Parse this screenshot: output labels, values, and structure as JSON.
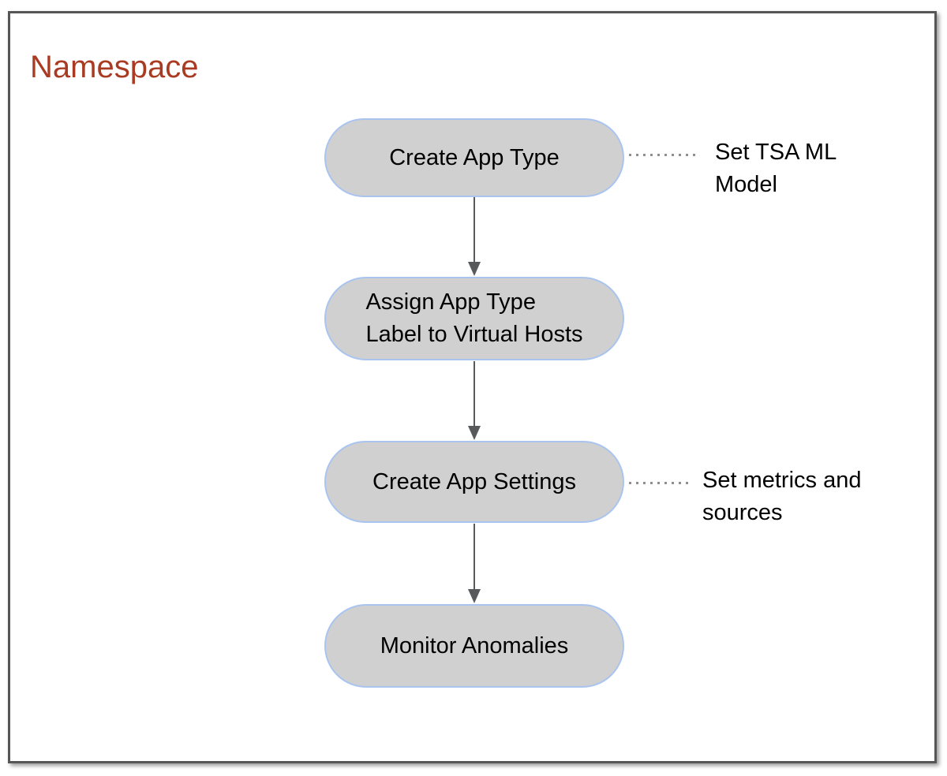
{
  "diagram": {
    "title": "Namespace",
    "nodes": [
      {
        "id": "create-app-type",
        "label": "Create App Type"
      },
      {
        "id": "assign-app-type-label",
        "label": "Assign App Type\nLabel to Virtual Hosts"
      },
      {
        "id": "create-app-settings",
        "label": "Create App Settings"
      },
      {
        "id": "monitor-anomalies",
        "label": "Monitor Anomalies"
      }
    ],
    "connections": [
      {
        "from": "Create App Type",
        "to": "Assign App Type Label to Virtual Hosts",
        "style": "solid-arrow"
      },
      {
        "from": "Assign App Type Label to Virtual Hosts",
        "to": "Create App Settings",
        "style": "solid-arrow"
      },
      {
        "from": "Create App Settings",
        "to": "Monitor Anomalies",
        "style": "solid-arrow"
      }
    ],
    "annotations": [
      {
        "attached_to": "Create App Type",
        "text": "Set TSA ML\nModel",
        "connector_style": "dotted"
      },
      {
        "attached_to": "Create App Settings",
        "text": "Set metrics and\nsources",
        "connector_style": "dotted"
      }
    ],
    "colors": {
      "title": "#a93b22",
      "node_fill": "#d0d0d0",
      "node_border": "#a9c4ef",
      "node_text": "#000000",
      "arrow": "#58595b",
      "connector_dots": "#8f8f8f",
      "frame_border": "#565656",
      "background": "#ffffff"
    }
  }
}
